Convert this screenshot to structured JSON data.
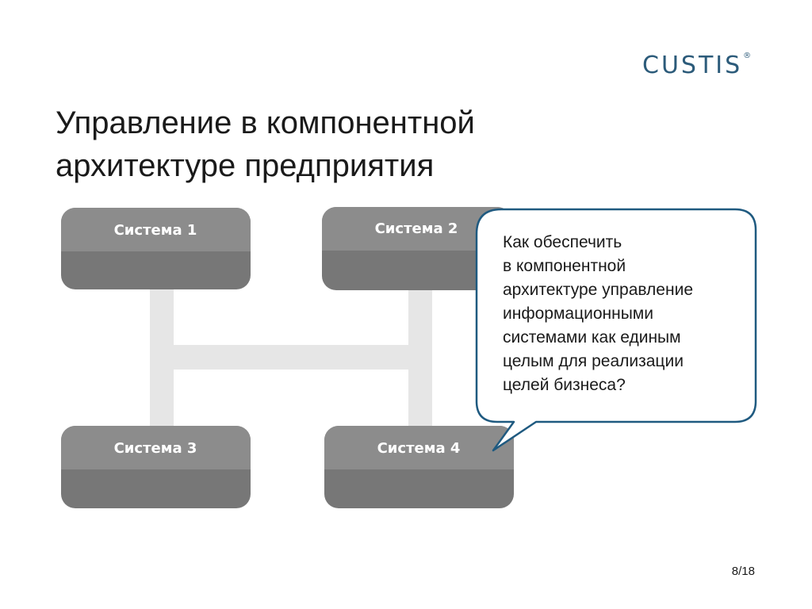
{
  "logo": {
    "text": "CUSTIS",
    "mark": "®"
  },
  "title": {
    "line1": "Управление в компонентной",
    "line2": "архитектуре предприятия"
  },
  "systems": [
    {
      "label": "Система 1"
    },
    {
      "label": "Система 2"
    },
    {
      "label": "Система 3"
    },
    {
      "label": "Система 4"
    }
  ],
  "callout": {
    "lines": [
      "Как обеспечить",
      "в компонентной",
      "архитектуре управление",
      "информационными",
      "системами как единым",
      "целым для реализации",
      "целей бизнеса?"
    ]
  },
  "colors": {
    "box_top": "#8c8c8c",
    "box_bottom": "#777777",
    "connector": "#e6e6e6",
    "callout_border": "#1f5a80",
    "logo": "#2c5b7a"
  },
  "page": {
    "number": "8/18"
  }
}
